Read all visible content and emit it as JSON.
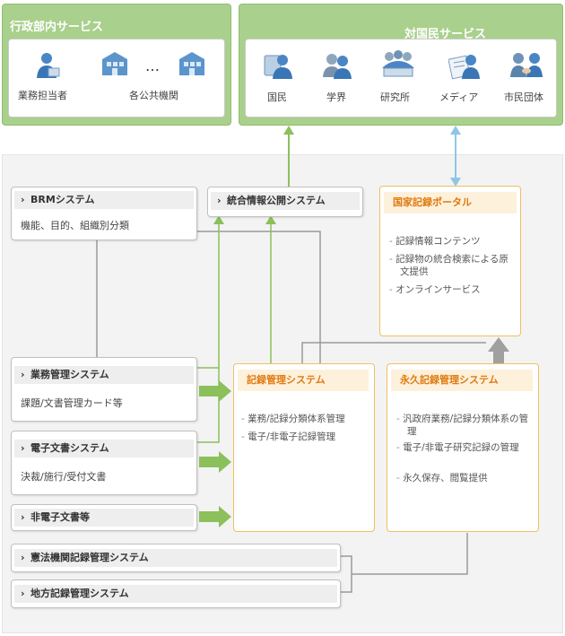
{
  "internal": {
    "title": "行政部内サービス",
    "staff_label": "業務担当者",
    "ellipsis": "…",
    "agencies_label": "各公共機関"
  },
  "public": {
    "title": "対国民サービス",
    "items": [
      {
        "label": "国民",
        "icon": "citizen-icon"
      },
      {
        "label": "学界",
        "icon": "academia-icon"
      },
      {
        "label": "研究所",
        "icon": "research-institute-icon"
      },
      {
        "label": "メディア",
        "icon": "media-icon"
      },
      {
        "label": "市民団体",
        "icon": "civic-group-icon"
      }
    ]
  },
  "systems": {
    "brm": {
      "title": "BRMシステム",
      "sub": "機能、目的、組織別分類"
    },
    "integrated": {
      "title": "統合情報公開システム"
    },
    "portal": {
      "title": "国家記録ポータル",
      "items": [
        "記録情報コンテンツ",
        "記録物の統合検索による原文提供",
        "オンラインサービス"
      ]
    },
    "business": {
      "title": "業務管理システム",
      "sub": "課題/文書管理カード等"
    },
    "edoc": {
      "title": "電子文書システム",
      "sub": "決裁/施行/受付文書"
    },
    "nonedoc": {
      "title": "非電子文書等"
    },
    "records": {
      "title": "記録管理システム",
      "items": [
        "業務/記録分類体系管理",
        "電子/非電子記録管理"
      ]
    },
    "permanent": {
      "title": "永久記録管理システム",
      "items": [
        "汎政府業務/記録分類体系の管理",
        "電子/非電子研究記録の管理",
        "永久保存、閲覧提供"
      ]
    },
    "constitutional": {
      "title": "憲法機関記録管理システム"
    },
    "local": {
      "title": "地方記録管理システム"
    }
  },
  "colors": {
    "green_panel": "#a9d08c",
    "green_arrow": "#8cc05a",
    "blue_arrow": "#8fc6e6",
    "orange_border": "#f0c060",
    "orange_text": "#e07a10"
  }
}
